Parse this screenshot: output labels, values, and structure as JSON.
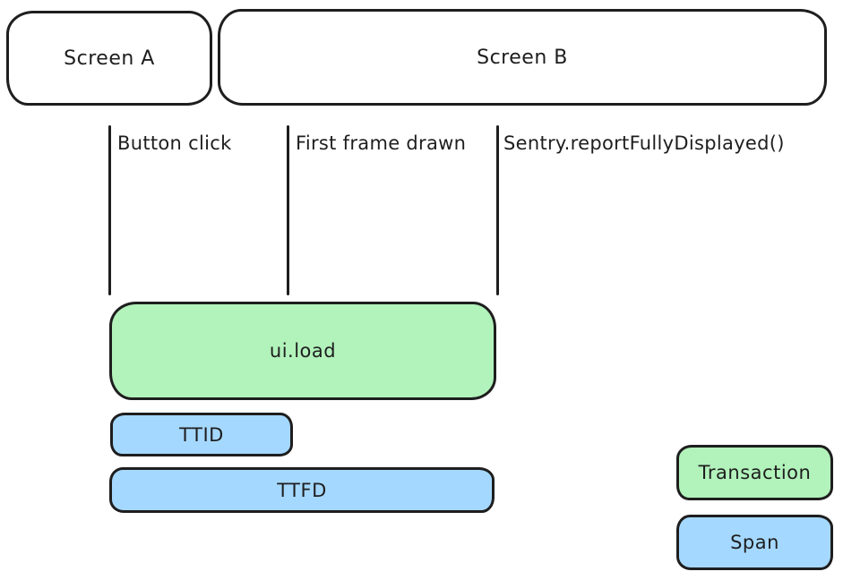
{
  "colors": {
    "background": "#ffffff",
    "stroke": "#1e1e1e",
    "transaction_fill": "#b2f2bb",
    "span_fill": "#a5d8ff"
  },
  "screens": [
    {
      "label": "Screen A"
    },
    {
      "label": "Screen B"
    }
  ],
  "events": [
    {
      "label": "Button click"
    },
    {
      "label": "First frame drawn"
    },
    {
      "label": "Sentry.reportFullyDisplayed()"
    }
  ],
  "bars": [
    {
      "label": "ui.load",
      "kind": "transaction"
    },
    {
      "label": "TTID",
      "kind": "span"
    },
    {
      "label": "TTFD",
      "kind": "span"
    }
  ],
  "legend": [
    {
      "label": "Transaction",
      "kind": "transaction"
    },
    {
      "label": "Span",
      "kind": "span"
    }
  ]
}
